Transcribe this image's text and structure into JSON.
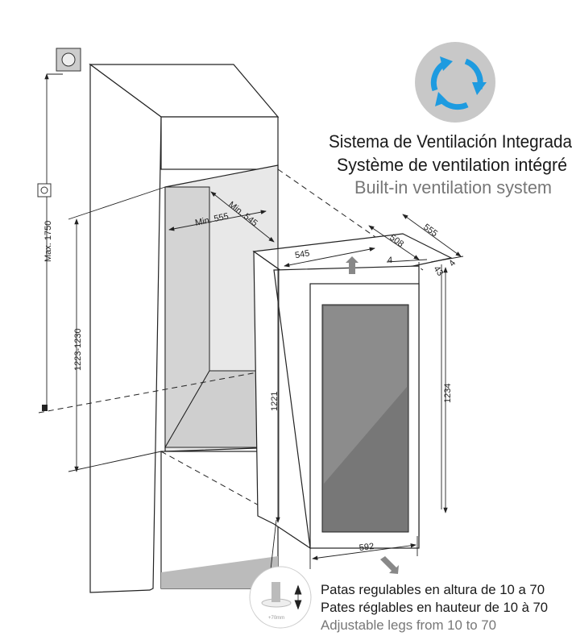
{
  "ventilation": {
    "icon": "recycle-arrows-icon",
    "accent_color": "#1e9be0",
    "lines": [
      "Sistema de Ventilación Integrada",
      "Système de ventilation intégré",
      "Built-in ventilation system"
    ]
  },
  "legs": {
    "icon_label": "+70mm",
    "lines": [
      "Patas regulables en altura de 10 a 70",
      "Pates réglables en hauteur de 10 à 70",
      "Adjustable legs from 10 to 70"
    ]
  },
  "dimensions": {
    "max_height": "Max. 1750",
    "niche_height": "1223-1230",
    "niche_min_width": "Min. 555",
    "niche_min_depth": "Min. 545",
    "appliance_width_top": "545",
    "appliance_depth": "508",
    "appliance_total_depth": "555",
    "gap_left": "4",
    "gap_right": "4",
    "door_thickness": "43",
    "appliance_height": "1221",
    "door_height": "1234",
    "door_width": "592"
  }
}
